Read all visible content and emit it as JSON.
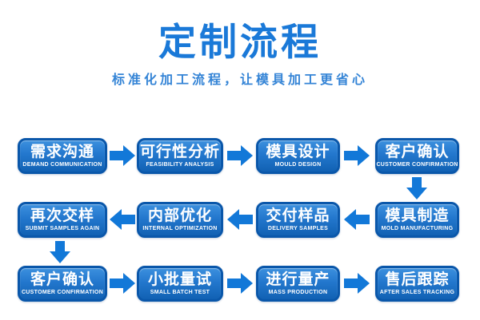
{
  "header": {
    "title": "定制流程",
    "subtitle": "标准化加工流程，让模具加工更省心"
  },
  "colors": {
    "title_blue": "#1a79d8",
    "subtitle_blue": "#3484d6",
    "arrow_blue": "#1278d8",
    "box_border_blue": "#0a57aa",
    "box_fill_top": "#3c90de",
    "box_fill_bottom": "#1161b3",
    "box_text": "#ffffff",
    "background": "#ffffff"
  },
  "flow": {
    "rows": [
      {
        "direction": "right",
        "steps": [
          {
            "zh": "需求沟通",
            "en": "DEMAND COMMUNICATION"
          },
          {
            "zh": "可行性分析",
            "en": "FEASIBILITY ANALYSIS"
          },
          {
            "zh": "模具设计",
            "en": "MOULD DESIGN"
          },
          {
            "zh": "客户确认",
            "en": "CUSTOMER CONFIRMATION"
          }
        ]
      },
      {
        "direction": "left",
        "steps": [
          {
            "zh": "再次交样",
            "en": "SUBMIT SAMPLES AGAIN"
          },
          {
            "zh": "内部优化",
            "en": "INTERNAL OPTIMIZATION"
          },
          {
            "zh": "交付样品",
            "en": "DELIVERY SAMPLES"
          },
          {
            "zh": "模具制造",
            "en": "MOLD MANUFACTURING"
          }
        ]
      },
      {
        "direction": "right",
        "steps": [
          {
            "zh": "客户确认",
            "en": "CUSTOMER CONFIRMATION"
          },
          {
            "zh": "小批量试",
            "en": "SMALL BATCH TEST"
          },
          {
            "zh": "进行量产",
            "en": "MASS PRODUCTION"
          },
          {
            "zh": "售后跟踪",
            "en": "AFTER SALES TRACKING"
          }
        ]
      }
    ]
  }
}
